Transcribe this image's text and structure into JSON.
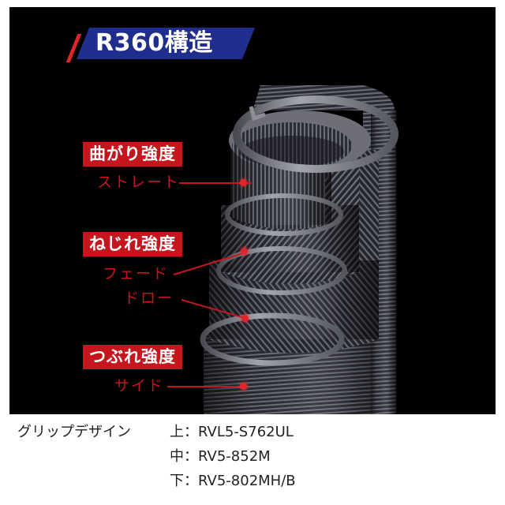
{
  "header": {
    "title": "R360構造"
  },
  "colors": {
    "accent_red": "#c4161c",
    "title_band": "#1f2e8c",
    "background": "#000000"
  },
  "sections": [
    {
      "badge": "曲がり強度",
      "labels": [
        "ストレート"
      ]
    },
    {
      "badge": "ねじれ強度",
      "labels": [
        "フェード",
        "ドロー"
      ]
    },
    {
      "badge": "つぶれ強度",
      "labels": [
        "サイド"
      ]
    }
  ],
  "caption": {
    "label": "グリップデザイン",
    "rows": [
      {
        "pos": "上",
        "sep": "：",
        "model": "RVL5-S762UL"
      },
      {
        "pos": "中",
        "sep": "：",
        "model": "RV5-852M"
      },
      {
        "pos": "下",
        "sep": "：",
        "model": "RV5-802MH/B"
      }
    ]
  }
}
